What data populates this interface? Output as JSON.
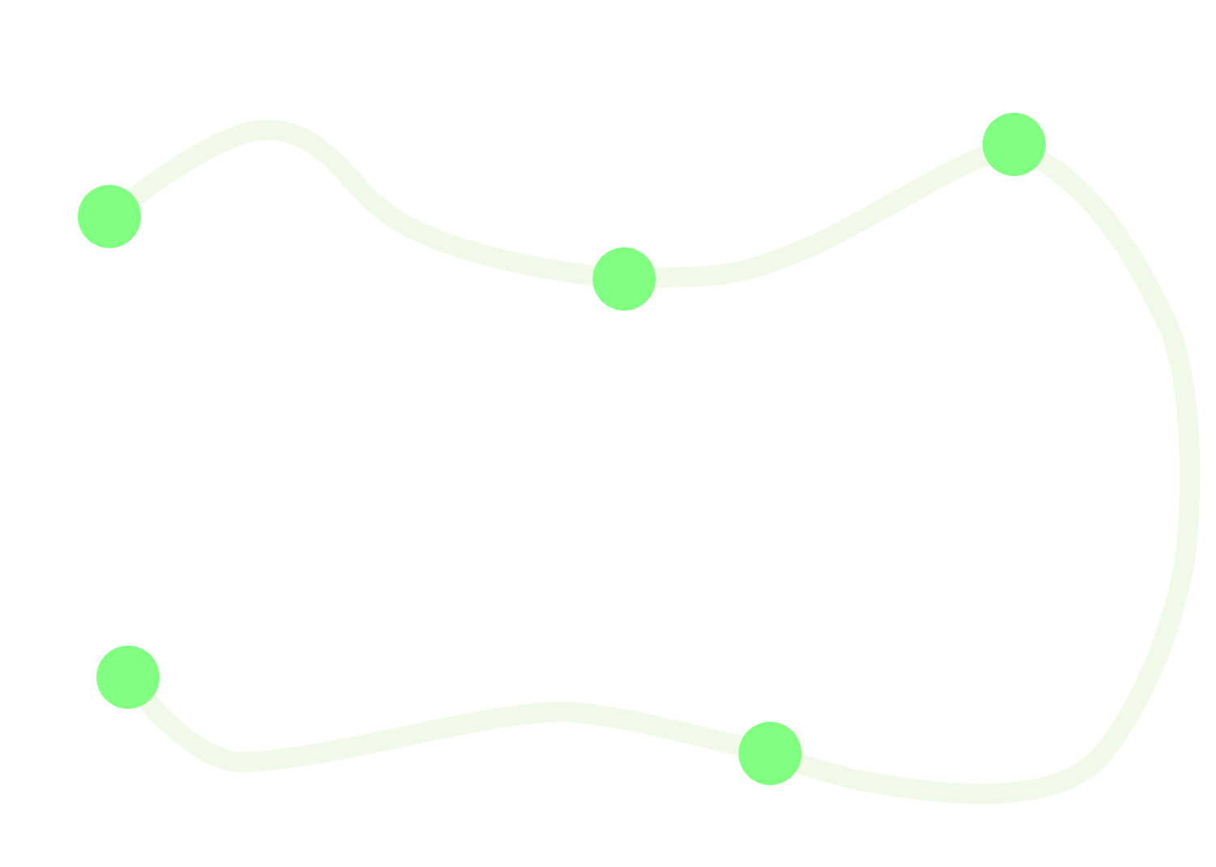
{
  "diagram": {
    "type": "path-with-waypoints",
    "colors": {
      "background": "#ffffff",
      "path": "#f1fae8",
      "node": "#80ff80"
    },
    "node_count": 5,
    "nodes": [
      {
        "id": "node-1",
        "label": ""
      },
      {
        "id": "node-2",
        "label": ""
      },
      {
        "id": "node-3",
        "label": ""
      },
      {
        "id": "node-4",
        "label": ""
      },
      {
        "id": "node-5",
        "label": ""
      }
    ]
  }
}
